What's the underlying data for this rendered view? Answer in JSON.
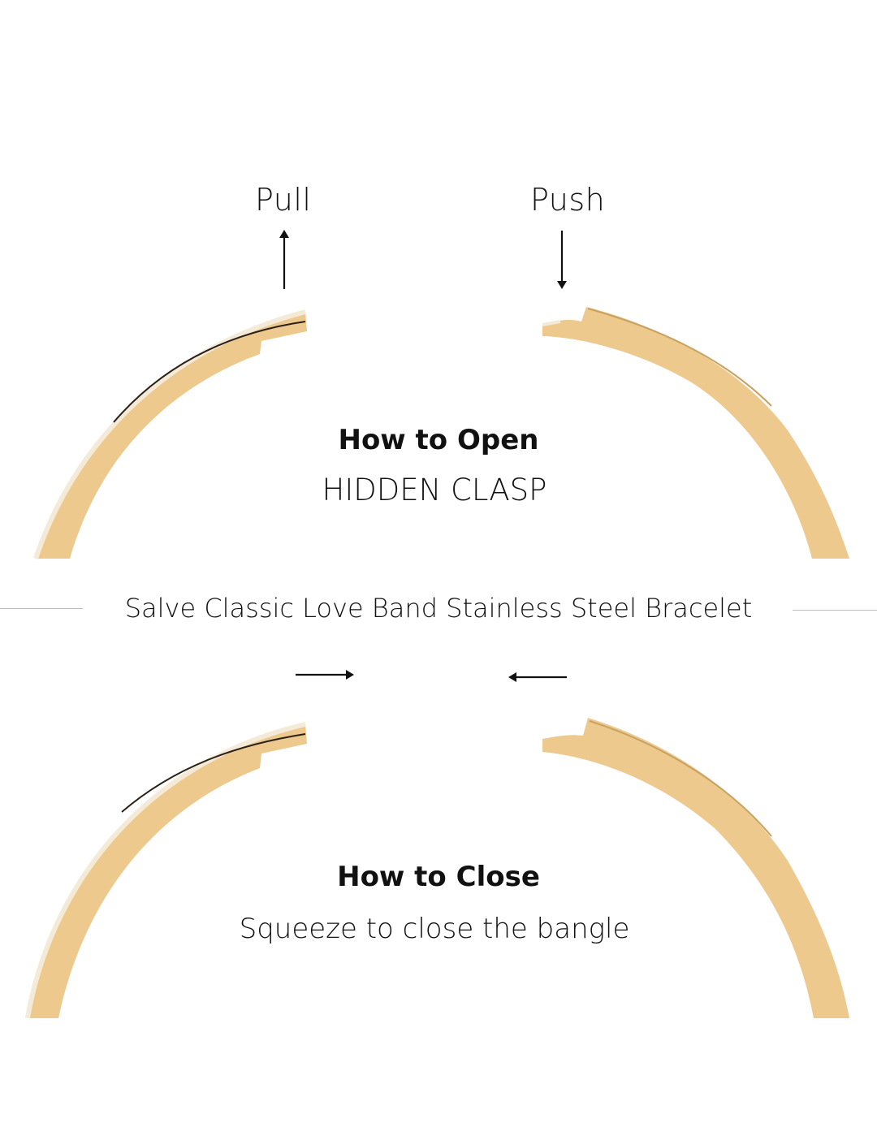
{
  "open_section": {
    "pull_label": "Pull",
    "push_label": "Push",
    "heading": "How to Open",
    "subheading": "HIDDEN CLASP",
    "pull_arrow_icon": "arrow-up-icon",
    "push_arrow_icon": "arrow-down-icon"
  },
  "product": {
    "title": "Salve Classic Love Band Stainless Steel Bracelet"
  },
  "close_section": {
    "heading": "How to Close",
    "subheading": "Squeeze to close the bangle",
    "left_arrow_icon": "arrow-right-icon",
    "right_arrow_icon": "arrow-left-icon"
  },
  "colors": {
    "gold": "#edc98e",
    "gold_shadow": "#d9ad6a",
    "text": "#111111",
    "rule": "#bdbdbd"
  }
}
